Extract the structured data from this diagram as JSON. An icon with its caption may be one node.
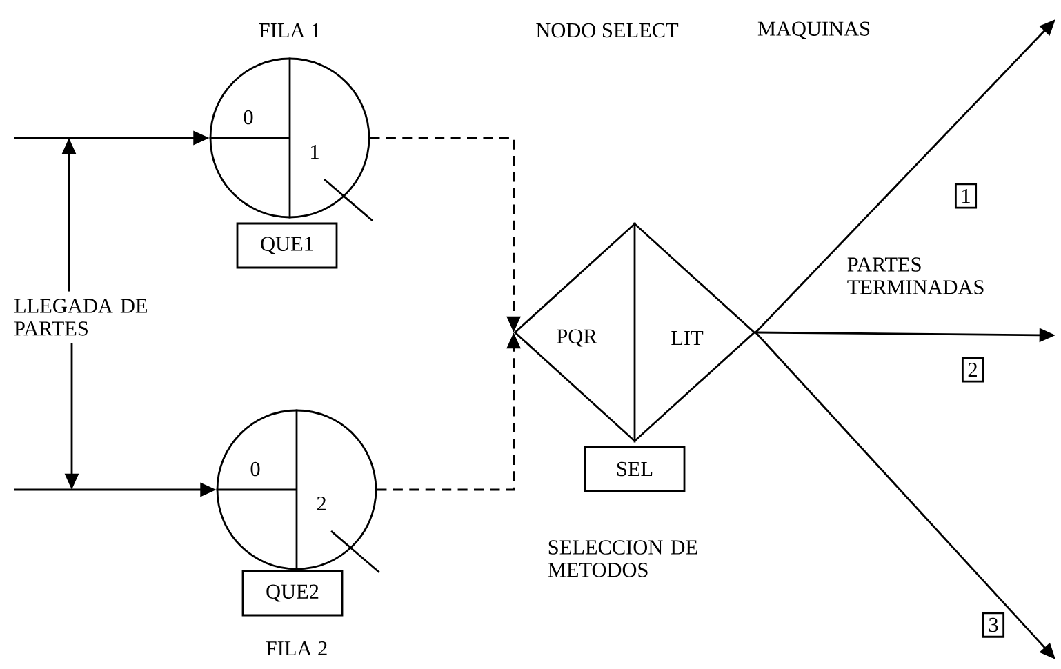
{
  "diagram": {
    "nodes": [
      {
        "text": [
          "0",
          "1"
        ]
      },
      {
        "text": [
          "QUE1"
        ]
      },
      {
        "text": [
          "LLEGADA DE PARTES"
        ]
      },
      {
        "text": [
          "0",
          "2"
        ]
      },
      {
        "text": [
          "QUE2"
        ]
      },
      {
        "text": [
          "PQR",
          "LIT"
        ]
      },
      {
        "text": [
          "SEL"
        ]
      }
    ],
    "edges": [
      {
        "from": null,
        "to": 0,
        "arrow": "to"
      },
      {
        "from": null,
        "to": 3,
        "arrow": "to"
      },
      {
        "from": 2,
        "to": null,
        "arrow": "to"
      },
      {
        "from": 2,
        "to": null,
        "arrow": "to"
      },
      {
        "from": 0,
        "to": 5,
        "arrow": "to",
        "style": "dashed"
      },
      {
        "from": 3,
        "to": 5,
        "arrow": "to",
        "style": "dashed"
      },
      {
        "from": 5,
        "to": null,
        "arrow": "to",
        "label": "1"
      },
      {
        "from": 5,
        "to": null,
        "arrow": "to",
        "label": "2"
      },
      {
        "from": 5,
        "to": null,
        "arrow": "to",
        "label": "3"
      }
    ],
    "labels": [
      "FILA 1",
      "NODO SELECT",
      "MAQUINAS",
      "PARTES TERMINADAS",
      "SELECCION DE METODOS",
      "FILA 2"
    ]
  }
}
